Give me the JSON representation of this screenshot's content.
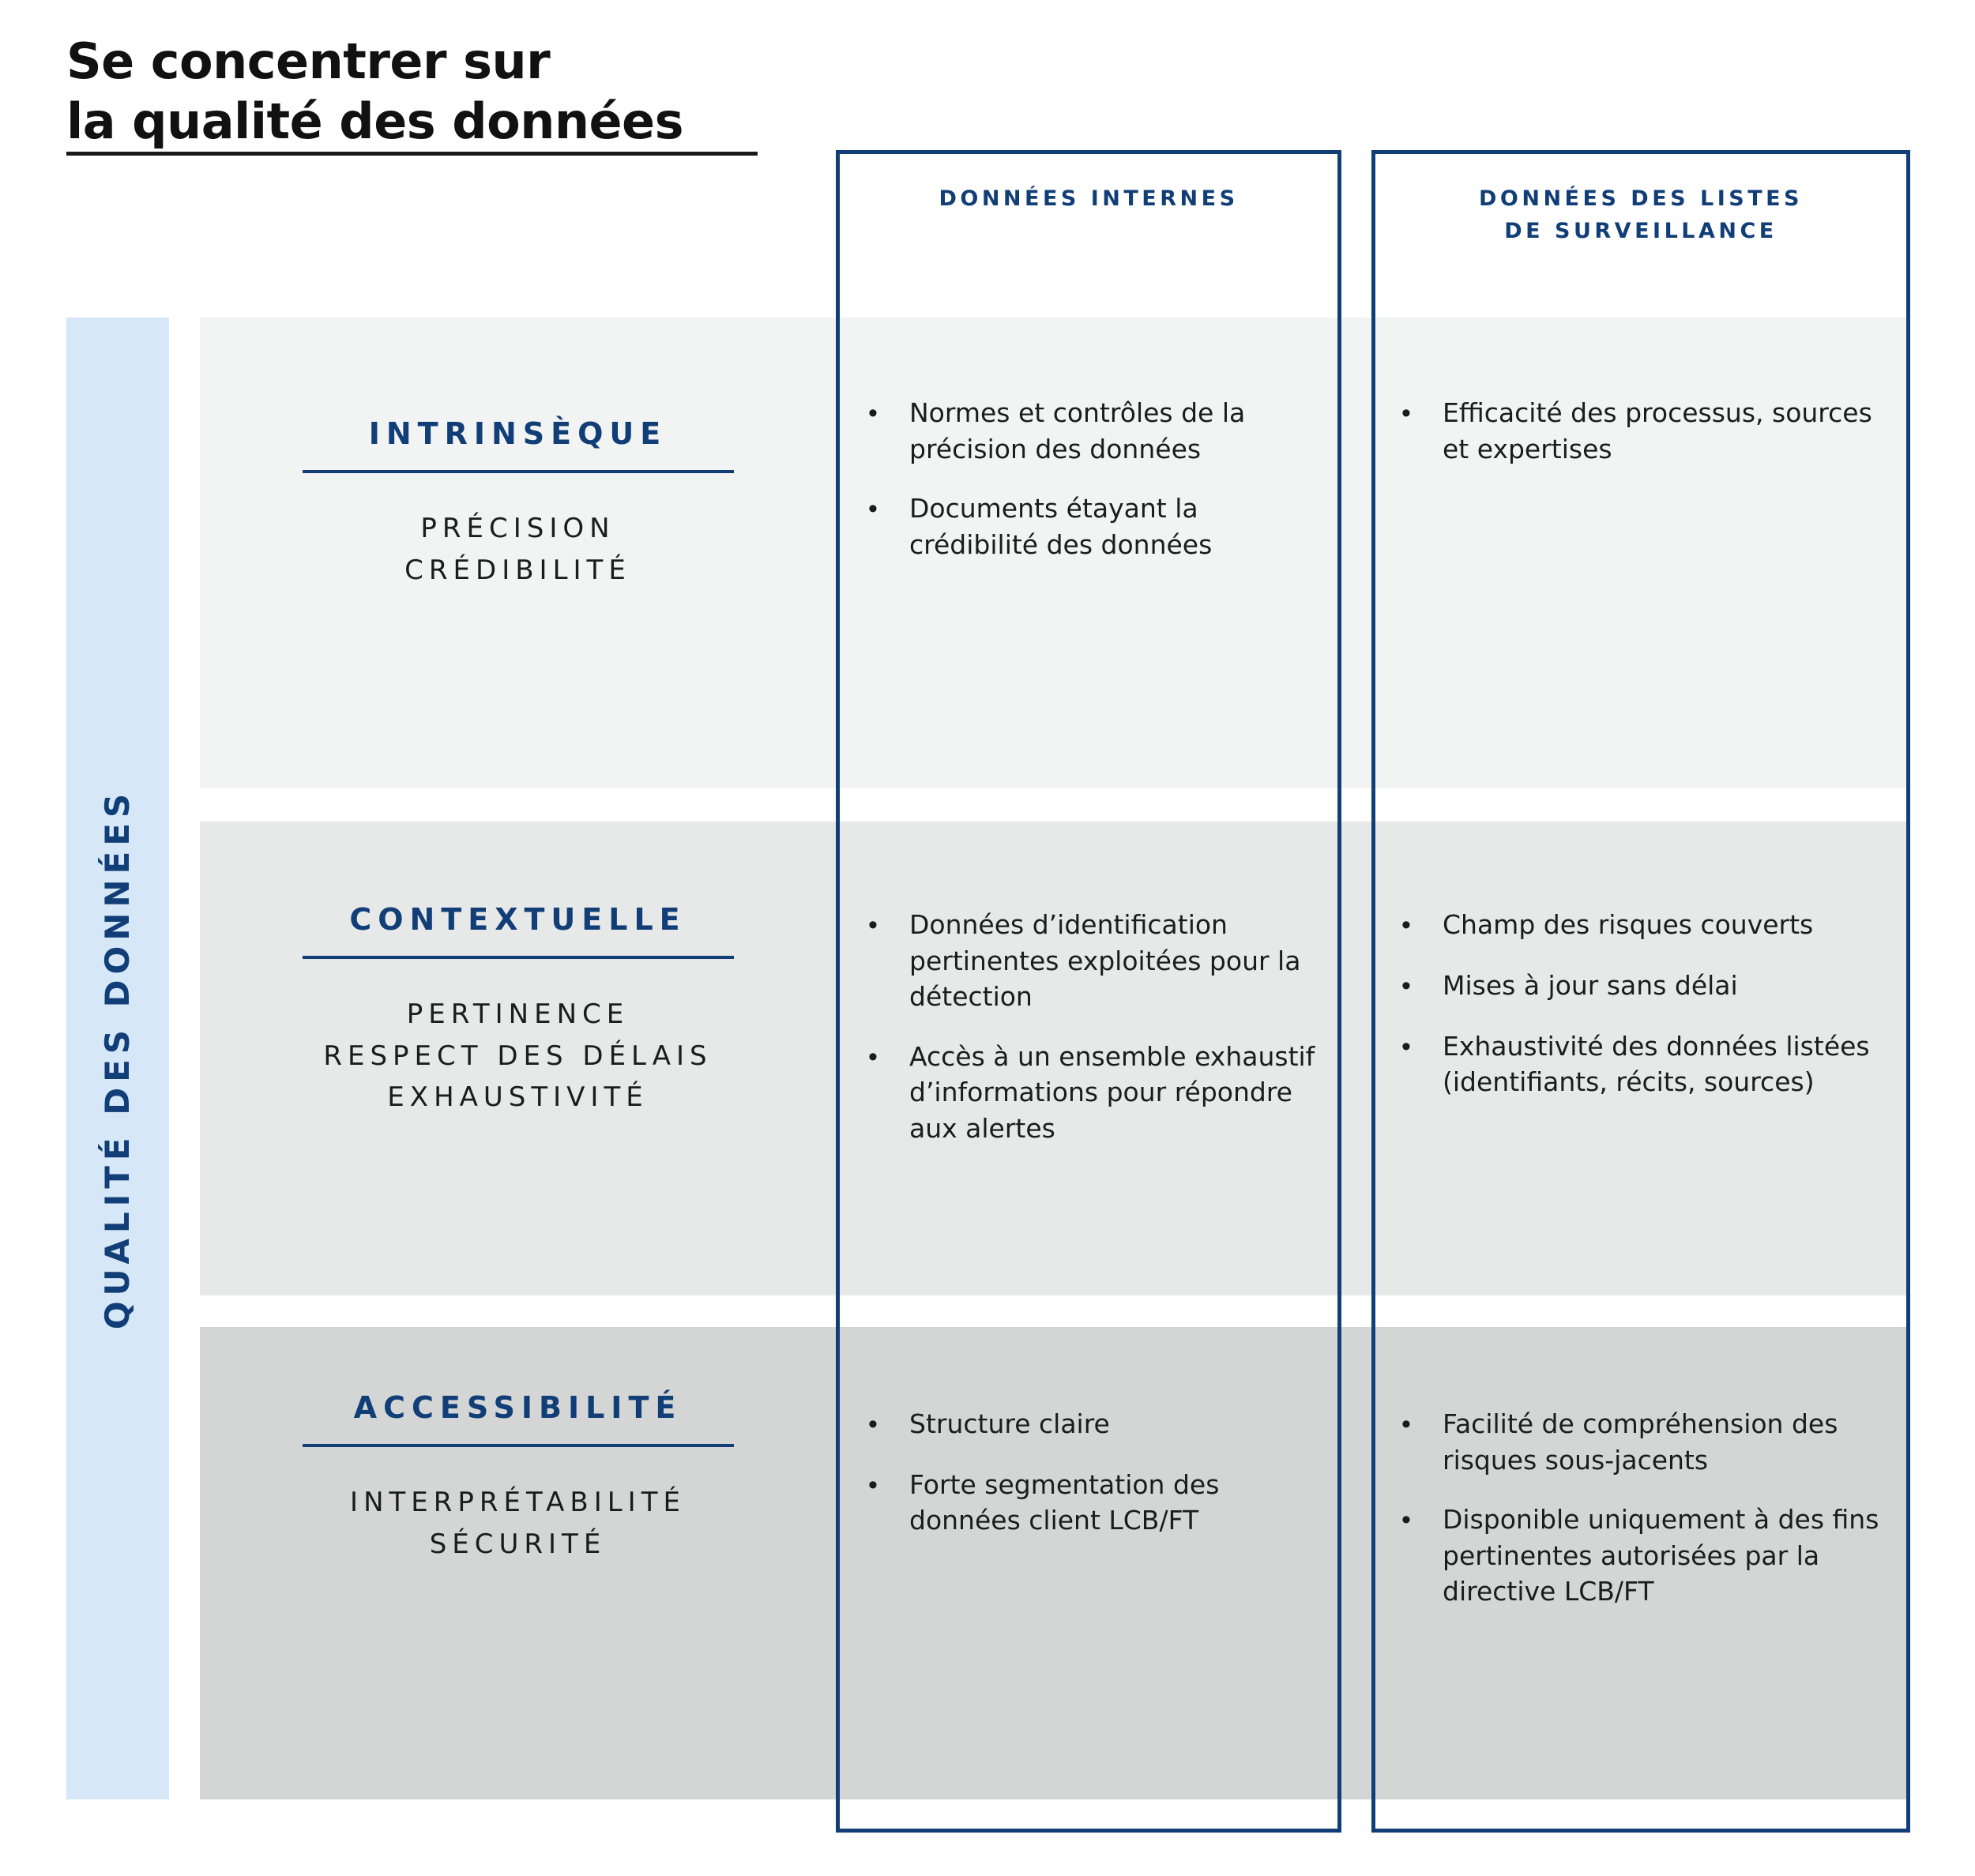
{
  "title": {
    "line1": "Se concentrer sur",
    "line2": "la qualité des données"
  },
  "spine": {
    "label": "QUALITÉ DES DONNÉES"
  },
  "columns": {
    "internal": {
      "header": "DONNÉES INTERNES"
    },
    "watchlist": {
      "header_line1": "DONNÉES DES LISTES",
      "header_line2": "DE SURVEILLANCE"
    }
  },
  "bullet_glyph": "•",
  "colors": {
    "accent_blue": "#123e78",
    "spine_blue": "#d6e7f7",
    "band_1": "#f2f3f3",
    "band_2": "#e7e8e8",
    "band_3": "#d4d5d5",
    "text": "#1c1c1c"
  },
  "rows": [
    {
      "dimension": "INTRINSÈQUE",
      "attributes": [
        "PRÉCISION",
        "CRÉDIBILITÉ"
      ],
      "internal_bullets": [
        "Normes et contrôles de la précision des données",
        "Documents étayant la crédibilité des données"
      ],
      "watchlist_bullets": [
        "Efficacité des processus, sources et expertises"
      ]
    },
    {
      "dimension": "CONTEXTUELLE",
      "attributes": [
        "PERTINENCE",
        "RESPECT DES DÉLAIS",
        "EXHAUSTIVITÉ"
      ],
      "internal_bullets": [
        "Données d’identification pertinentes exploitées pour la détection",
        "Accès à un ensemble exhaustif d’informations pour répondre aux alertes"
      ],
      "watchlist_bullets": [
        "Champ des risques couverts",
        "Mises à jour sans délai",
        "Exhaustivité des données listées (identifiants, récits, sources)"
      ]
    },
    {
      "dimension": "ACCESSIBILITÉ",
      "attributes": [
        "INTERPRÉTABILITÉ",
        "SÉCURITÉ"
      ],
      "internal_bullets": [
        "Structure claire",
        "Forte segmentation des données client LCB/FT"
      ],
      "watchlist_bullets": [
        "Facilité de compréhension des risques sous-jacents",
        "Disponible uniquement à des fins pertinentes autorisées par la directive LCB/FT"
      ]
    }
  ]
}
